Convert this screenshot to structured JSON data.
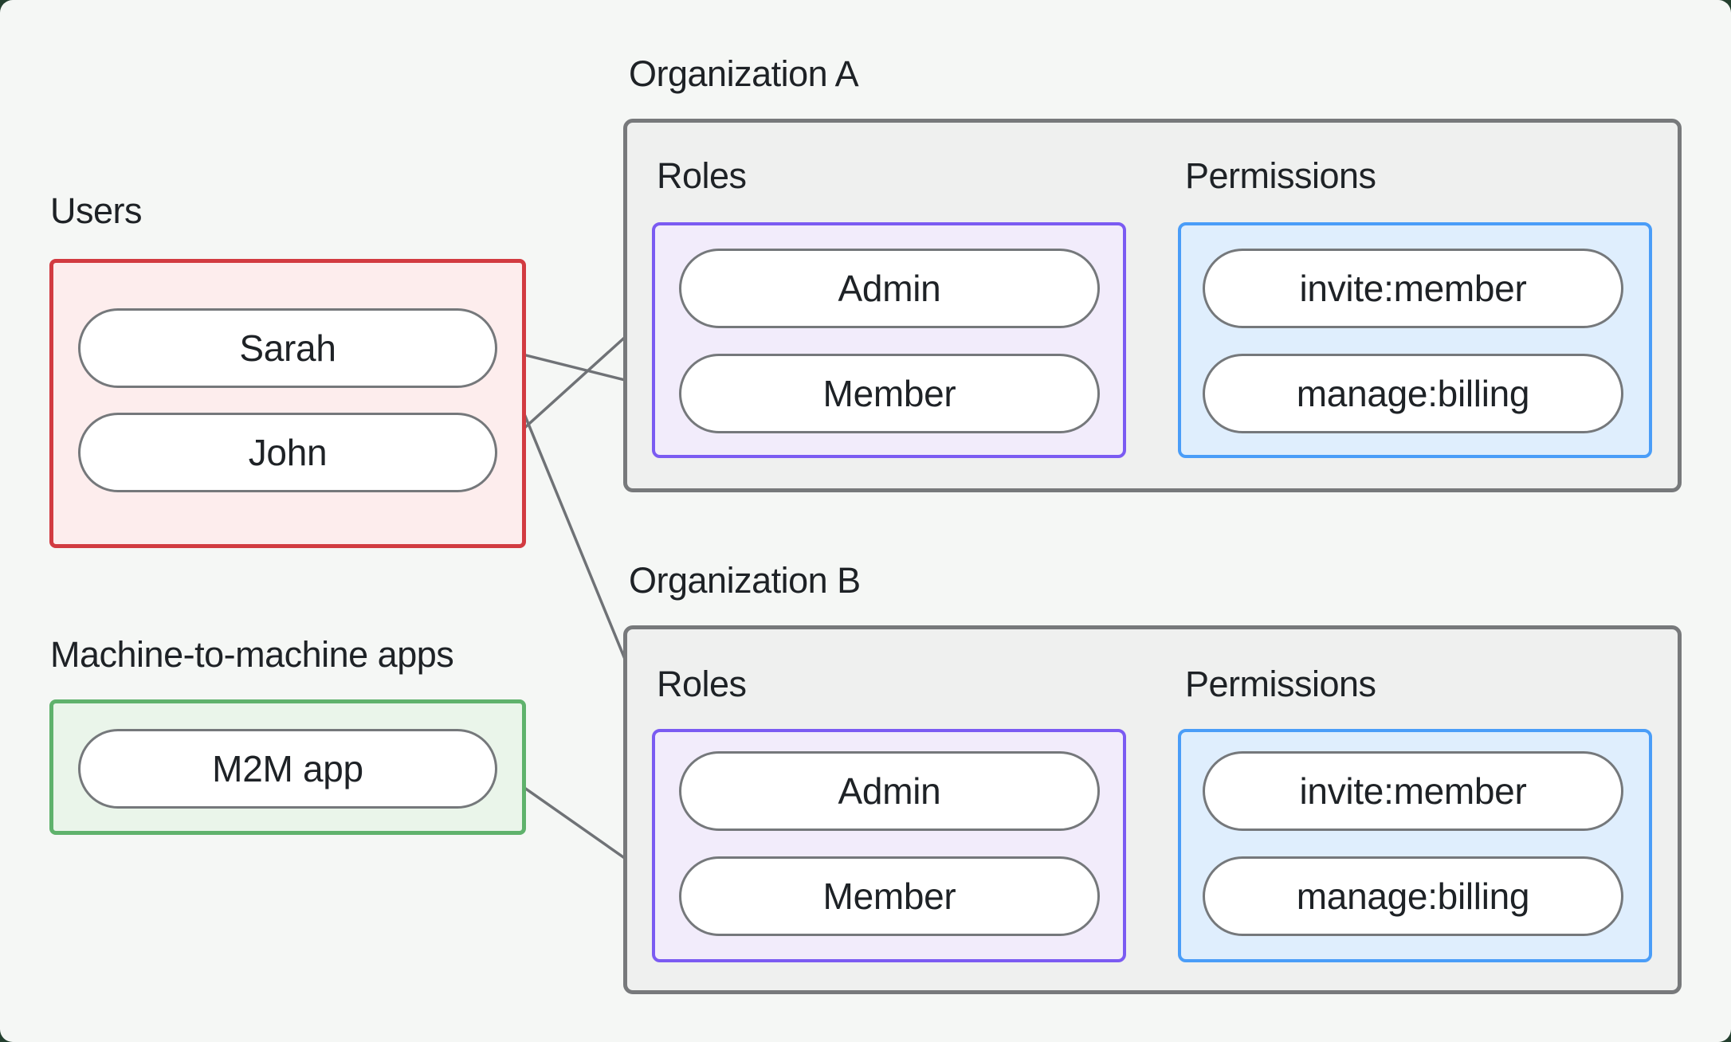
{
  "users_group": {
    "label": "Users",
    "members": [
      {
        "label": "Sarah"
      },
      {
        "label": "John"
      }
    ]
  },
  "m2m_group": {
    "label": "Machine-to-machine apps",
    "apps": [
      {
        "label": "M2M app"
      }
    ]
  },
  "orgs": [
    {
      "label": "Organization A",
      "roles_label": "Roles",
      "permissions_label": "Permissions",
      "roles": [
        {
          "label": "Admin"
        },
        {
          "label": "Member"
        }
      ],
      "permissions": [
        {
          "label": "invite:member"
        },
        {
          "label": "manage:billing"
        }
      ]
    },
    {
      "label": "Organization B",
      "roles_label": "Roles",
      "permissions_label": "Permissions",
      "roles": [
        {
          "label": "Admin"
        },
        {
          "label": "Member"
        }
      ],
      "permissions": [
        {
          "label": "invite:member"
        },
        {
          "label": "manage:billing"
        }
      ]
    }
  ],
  "connections": [
    {
      "from": "Sarah",
      "to": "Organization A / Member"
    },
    {
      "from": "John",
      "to": "Organization A / Admin"
    },
    {
      "from": "Sarah",
      "to": "Organization B / Admin"
    },
    {
      "from": "M2M app",
      "to": "Organization B / Member"
    },
    {
      "from": "Organization A / Admin",
      "to": "Organization A / invite:member"
    },
    {
      "from": "Organization A / Admin",
      "to": "Organization A / manage:billing"
    },
    {
      "from": "Organization A / Member",
      "to": "Organization A / manage:billing"
    },
    {
      "from": "Organization B / Admin",
      "to": "Organization B / invite:member"
    },
    {
      "from": "Organization B / Admin",
      "to": "Organization B / manage:billing"
    },
    {
      "from": "Organization B / Member",
      "to": "Organization B / manage:billing"
    }
  ],
  "colors": {
    "background": "#F5F7F5",
    "edge": "#6F7276",
    "users_border": "#D23B41",
    "users_fill": "#FDEDED",
    "m2m_border": "#5FB26C",
    "m2m_fill": "#EAF5EA",
    "org_border": "#77797B",
    "org_fill": "#EFF0EF",
    "roles_border": "#7B5BF2",
    "roles_fill": "#F2ECFB",
    "permissions_border": "#4A9DF8",
    "permissions_fill": "#DFEEFD"
  }
}
